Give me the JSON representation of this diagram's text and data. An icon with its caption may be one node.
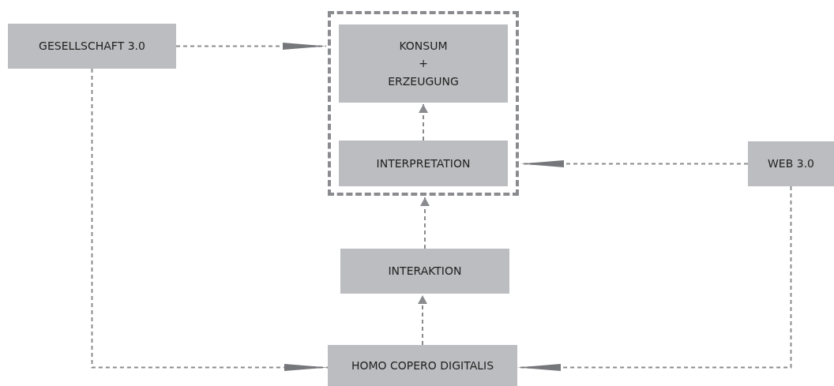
{
  "diagram": {
    "nodes": [
      {
        "text": [],
        "shape": "box"
      },
      {
        "text": [
          "KONSUM + ERZEUGUNG"
        ],
        "in": 0
      },
      {
        "text": [
          "INTERPRETATION"
        ],
        "in": 0
      },
      {
        "text": [
          "GESELLSCHAFT 3.0"
        ]
      },
      {
        "text": [
          "WEB 3.0"
        ]
      },
      {
        "text": [
          "INTERAKTION"
        ]
      },
      {
        "text": [
          "HOMO COPERO DIGITALIS"
        ]
      }
    ],
    "edges": [
      {
        "from": 3,
        "to": 0,
        "arrow": "to",
        "style": "dashed"
      },
      {
        "from": 2,
        "to": 1,
        "arrow": "to",
        "style": "dashed"
      },
      {
        "from": 4,
        "to": 0,
        "arrow": "to",
        "style": "dashed"
      },
      {
        "from": 5,
        "to": 0,
        "arrow": "to",
        "style": "dashed"
      },
      {
        "from": 6,
        "to": 5,
        "arrow": "to",
        "style": "dashed"
      },
      {
        "from": 3,
        "to": 6,
        "arrow": "to",
        "style": "dashed"
      },
      {
        "from": 4,
        "to": 6,
        "arrow": "to",
        "style": "dashed"
      }
    ]
  }
}
